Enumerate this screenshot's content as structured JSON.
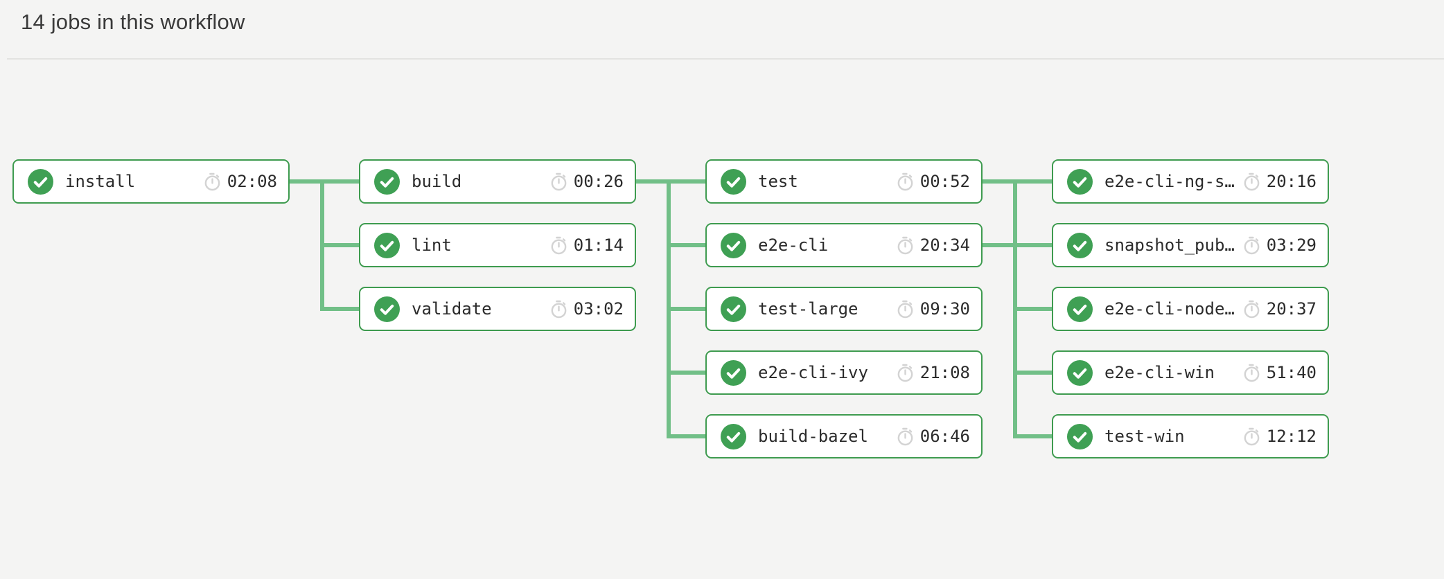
{
  "header": {
    "title": "14 jobs in this workflow"
  },
  "colors": {
    "success_green": "#3e9b4f",
    "connector_green": "#71bf87",
    "card_background": "#ffffff",
    "page_background": "#f4f4f3",
    "clock_gray": "#d3d3d3"
  },
  "icons": {
    "status": "success-check-icon",
    "duration": "stopwatch-icon"
  },
  "columns": [
    {
      "jobs": [
        {
          "name": "install",
          "duration": "02:08",
          "status": "success"
        }
      ]
    },
    {
      "jobs": [
        {
          "name": "build",
          "duration": "00:26",
          "status": "success"
        },
        {
          "name": "lint",
          "duration": "01:14",
          "status": "success"
        },
        {
          "name": "validate",
          "duration": "03:02",
          "status": "success"
        }
      ]
    },
    {
      "jobs": [
        {
          "name": "test",
          "duration": "00:52",
          "status": "success"
        },
        {
          "name": "e2e-cli",
          "duration": "20:34",
          "status": "success"
        },
        {
          "name": "test-large",
          "duration": "09:30",
          "status": "success"
        },
        {
          "name": "e2e-cli-ivy",
          "duration": "21:08",
          "status": "success"
        },
        {
          "name": "build-bazel",
          "duration": "06:46",
          "status": "success"
        }
      ]
    },
    {
      "jobs": [
        {
          "name": "e2e-cli-ng-s…",
          "duration": "20:16",
          "status": "success"
        },
        {
          "name": "snapshot_pub…",
          "duration": "03:29",
          "status": "success"
        },
        {
          "name": "e2e-cli-node…",
          "duration": "20:37",
          "status": "success"
        },
        {
          "name": "e2e-cli-win",
          "duration": "51:40",
          "status": "success"
        },
        {
          "name": "test-win",
          "duration": "12:12",
          "status": "success"
        }
      ]
    }
  ]
}
